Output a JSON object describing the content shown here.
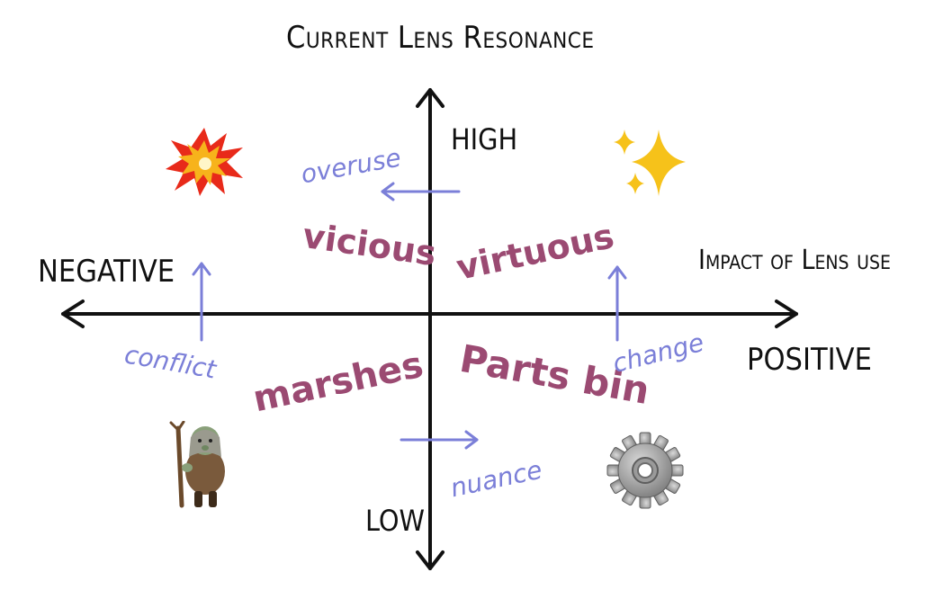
{
  "titles": {
    "y_axis": "Current Lens Resonance",
    "x_axis": "Impact of Lens use"
  },
  "poles": {
    "high": "HIGH",
    "low": "LOW",
    "negative": "NEGATIVE",
    "positive": "POSITIVE"
  },
  "quadrants": {
    "top_left": "vicious",
    "top_right": "virtuous",
    "bottom_left": "marshes",
    "bottom_right": "Parts bin"
  },
  "forces": {
    "overuse": "overuse",
    "conflict": "conflict",
    "change": "change",
    "nuance": "nuance"
  },
  "icons": {
    "top_left": "explosion-icon",
    "top_right": "sparkles-icon",
    "bottom_left": "troll-icon",
    "bottom_right": "gear-icon"
  },
  "colors": {
    "axis": "#111111",
    "quadrant_text": "#9b4a72",
    "force_arrow": "#7b7fd8"
  }
}
